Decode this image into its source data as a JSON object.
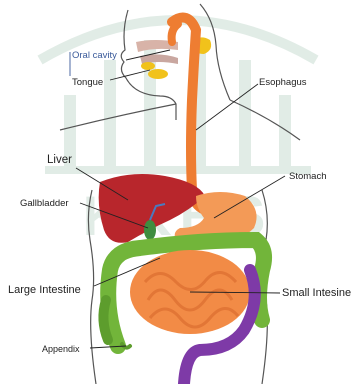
{
  "labels": {
    "oral_cavity": "Oral cavity",
    "tongue": "Tongue",
    "esophagus": "Esophagus",
    "liver": "Liver",
    "stomach": "Stomach",
    "gallbladder": "Gallbladder",
    "large_intestine": "Large Intestine",
    "small_intestine": "Small Intesine",
    "appendix": "Appendix"
  },
  "watermark": "KKHS",
  "colors": {
    "watermark": "#c9ddd2",
    "esophagus": "#ee7d32",
    "liver": "#b8262c",
    "stomach": "#f39a57",
    "gallbladder": "#3f8d3f",
    "large_intestine": "#72b53a",
    "small_intestine": "#f28b46",
    "rectum": "#7e3aa7",
    "salivary_gland": "#f1c21b",
    "body_outline": "#555555"
  }
}
